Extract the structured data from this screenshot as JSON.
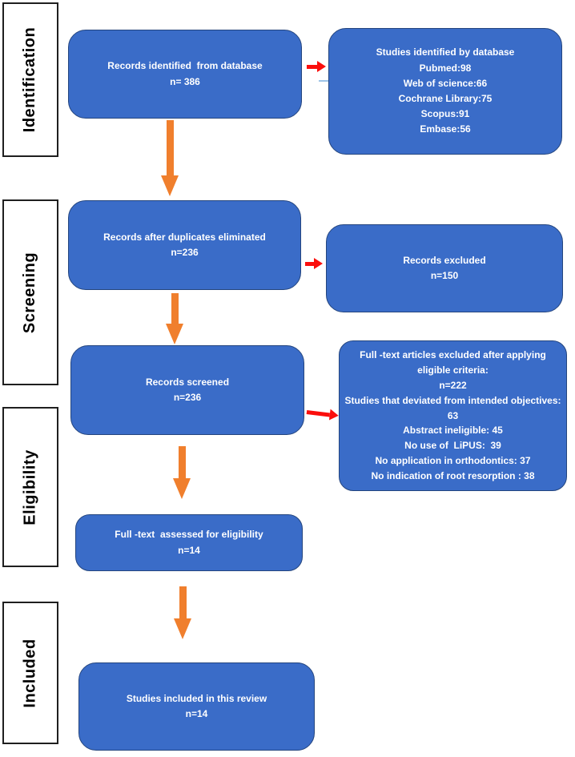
{
  "stages": [
    {
      "label": "Identification"
    },
    {
      "label": "Screening"
    },
    {
      "label": "Eligibility"
    },
    {
      "label": "Included"
    }
  ],
  "boxes": {
    "identified": {
      "lines": [
        "Records identified  from database",
        "n= 386"
      ]
    },
    "by_database": {
      "lines": [
        "Studies identified by database",
        "Pubmed:98",
        "Web of science:66",
        "Cochrane Library:75",
        "Scopus:91",
        "Embase:56"
      ]
    },
    "after_duplicates": {
      "lines": [
        "Records after duplicates eliminated",
        "n=236"
      ]
    },
    "excluded": {
      "lines": [
        "Records excluded",
        "n=150"
      ]
    },
    "screened": {
      "lines": [
        "Records screened",
        "n=236"
      ]
    },
    "fulltext_excluded": {
      "lines": [
        "Full -text articles excluded after applying eligible criteria:",
        "n=222",
        "Studies that deviated from intended objectives: 63",
        "Abstract ineligible: 45",
        "No use of  LiPUS:  39",
        "No application in orthodontics: 37",
        "No indication of root resorption : 38"
      ]
    },
    "fulltext_assessed": {
      "lines": [
        "Full -text  assessed for eligibility",
        "n=14"
      ]
    },
    "included_review": {
      "lines": [
        "Studies included in this review",
        "n=14"
      ]
    }
  },
  "colors": {
    "box_fill": "#3a6cc8",
    "box_border": "#24457e",
    "orange": "#f07f2d",
    "red": "#fb0e0c",
    "connector": "#9dc3e6"
  }
}
